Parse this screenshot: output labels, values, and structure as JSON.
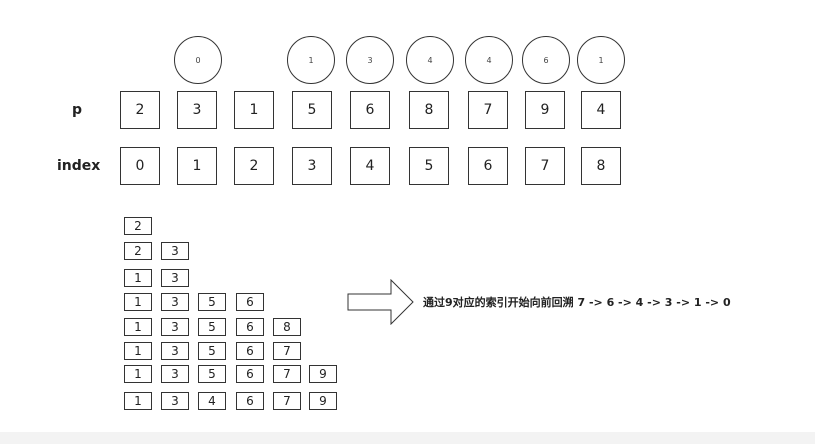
{
  "diagram": {
    "circles": [
      "0",
      "1",
      "3",
      "4",
      "4",
      "6",
      "1"
    ],
    "p_label": "p",
    "index_label": "index",
    "p_values": [
      "2",
      "3",
      "1",
      "5",
      "6",
      "8",
      "7",
      "9",
      "4"
    ],
    "index_values": [
      "0",
      "1",
      "2",
      "3",
      "4",
      "5",
      "6",
      "7",
      "8"
    ],
    "sequence_rows": [
      [
        "2"
      ],
      [
        "2",
        "3"
      ],
      [
        "1",
        "3"
      ],
      [
        "1",
        "3",
        "5",
        "6"
      ],
      [
        "1",
        "3",
        "5",
        "6",
        "8"
      ],
      [
        "1",
        "3",
        "5",
        "6",
        "7"
      ],
      [
        "1",
        "3",
        "5",
        "6",
        "7",
        "9"
      ],
      [
        "1",
        "3",
        "4",
        "6",
        "7",
        "9"
      ]
    ],
    "arrow_text": "通过9对应的索引开始向前回溯 7 -> 6 -> 4 -> 3 -> 1 -> 0"
  }
}
